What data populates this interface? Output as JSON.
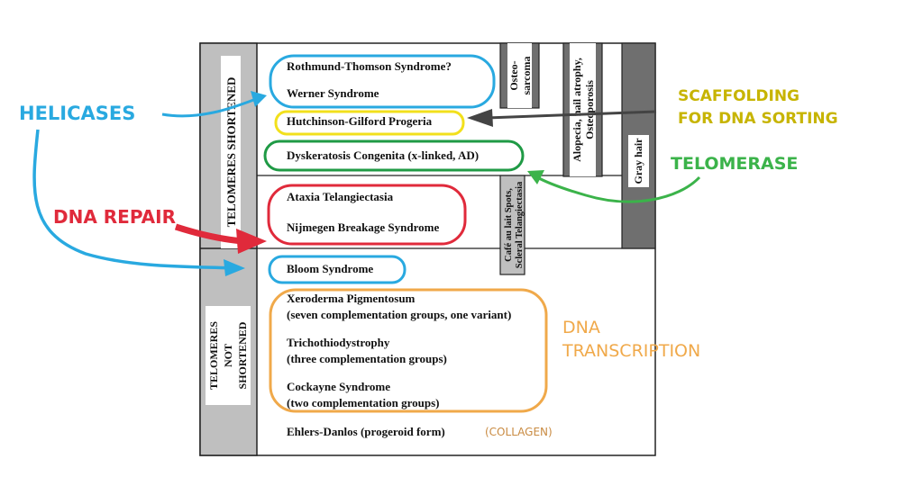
{
  "diagram": {
    "telomeres_shortened": "TELOMERES SHORTENED",
    "telomeres_not_shortened": [
      "TELOMERES",
      "NOT",
      "SHORTENED"
    ],
    "syndromes": {
      "rothmund": "Rothmund-Thomson Syndrome?",
      "werner": "Werner Syndrome",
      "hutchinson": "Hutchinson-Gilford Progeria",
      "dyskeratosis": "Dyskeratosis Congenita (x-linked, AD)",
      "ataxia": "Ataxia Telangiectasia",
      "nijmegen": "Nijmegen Breakage Syndrome",
      "bloom": "Bloom Syndrome",
      "xeroderma": "Xeroderma Pigmentosum",
      "xeroderma_sub": "(seven complementation groups, one variant)",
      "tricho": "Trichothiodystrophy",
      "tricho_sub": "(three complementation groups)",
      "cockayne": "Cockayne Syndrome",
      "cockayne_sub": "(two complementation groups)",
      "ehlers": "Ehlers-Danlos (progeroid form)"
    },
    "features": {
      "osteosarcoma": [
        "Osteo-",
        "sarcoma"
      ],
      "alopecia": [
        "Alopecia, nail atrophy,",
        "Osteoporosis"
      ],
      "gray_hair": "Gray hair",
      "cafe": [
        "Café au lait Spots,",
        "Scleral Telangiectasia"
      ]
    }
  },
  "annotations": {
    "helicases": "HELICASES",
    "dna_repair": "DNA REPAIR",
    "scaffolding": [
      "SCAFFOLDING",
      "FOR DNA SORTING"
    ],
    "telomerase": "TELOMERASE",
    "dna_transcription": [
      "DNA",
      "TRANSCRIPTION"
    ],
    "collagen": "(COLLAGEN)"
  },
  "colors": {
    "blue": "#29a9e0",
    "yellow": "#f2e01c",
    "green": "#1f9a45",
    "red": "#e02a3b",
    "orange": "#f0a94a",
    "scaffold_text": "#c7b400",
    "gray_band": "#bfbfbf",
    "dark_band": "#6f6f6f"
  }
}
